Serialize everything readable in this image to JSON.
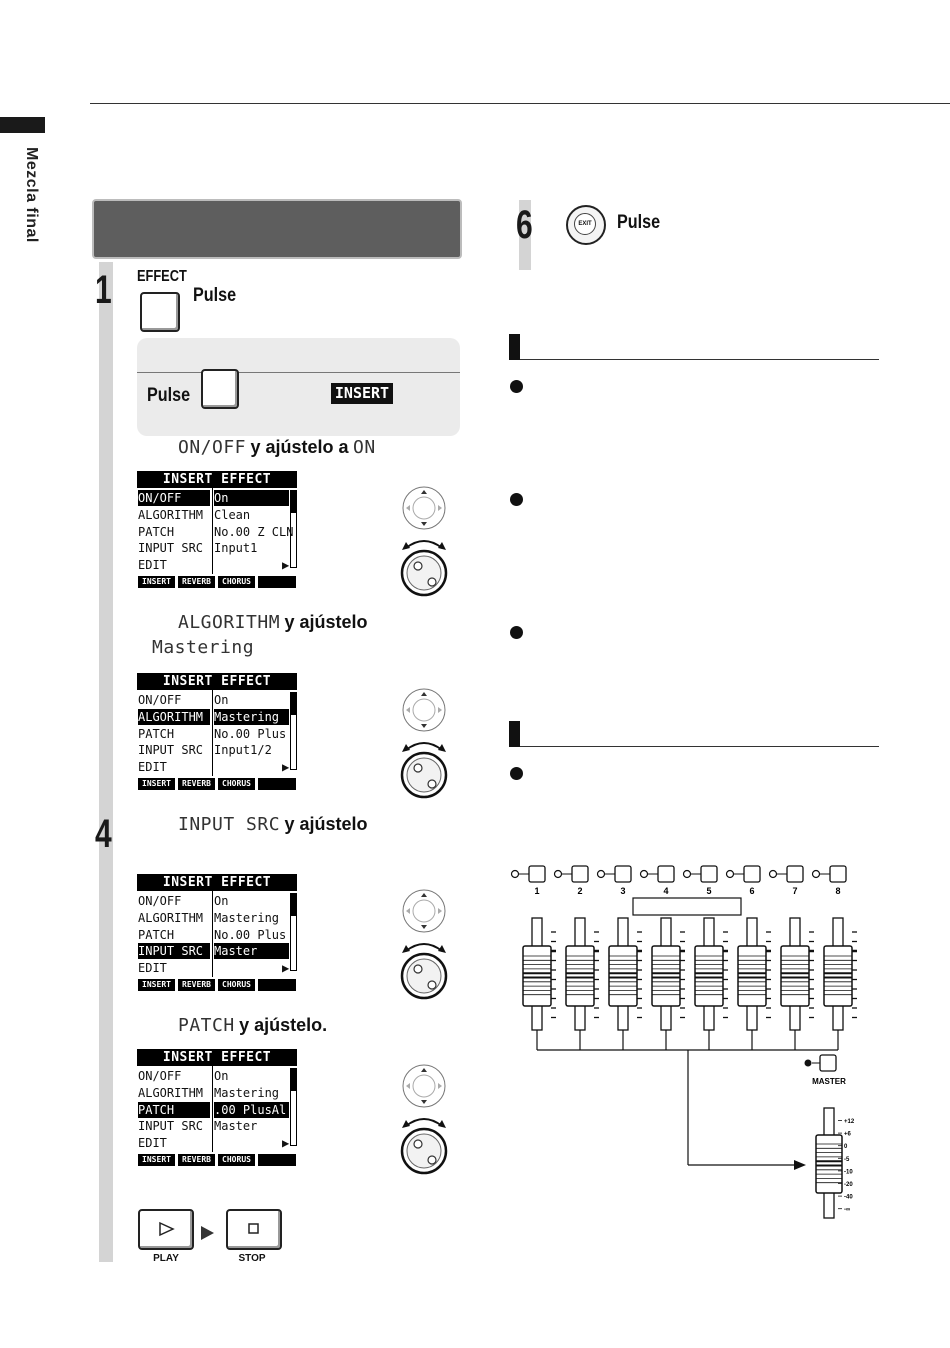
{
  "page": {
    "side_label": "Mezcla final"
  },
  "steps": {
    "s1": {
      "num": "1",
      "button": "EFFECT",
      "text": "Pulse"
    },
    "tip": {
      "pulse": "Pulse",
      "badge": "INSERT"
    },
    "s2": {
      "param": "ON/OFF",
      "text": "y ajústelo a",
      "value": "ON"
    },
    "s3": {
      "param": "ALGORITHM",
      "text": "y ajústelo",
      "value": "Mastering"
    },
    "s4": {
      "num": "4",
      "param": "INPUT SRC",
      "text": "y ajústelo"
    },
    "s5": {
      "param": "PATCH",
      "text": "y ajústelo."
    },
    "s6": {
      "num": "6",
      "button": "EXIT",
      "text": "Pulse"
    },
    "transport": {
      "play": "PLAY",
      "stop": "STOP"
    }
  },
  "screens": [
    {
      "title": "INSERT EFFECT",
      "rows": [
        {
          "p": "ON/OFF",
          "v": "On",
          "hl": true
        },
        {
          "p": "ALGORITHM",
          "v": "Clean",
          "hl": false
        },
        {
          "p": "PATCH",
          "v": "No.00 Z CLN",
          "hl": false
        },
        {
          "p": "INPUT SRC",
          "v": "Input1",
          "hl": false
        },
        {
          "p": "EDIT",
          "v": "",
          "hl": false
        }
      ],
      "tabs": [
        "INSERT",
        "REVERB",
        "CHORUS"
      ]
    },
    {
      "title": "INSERT EFFECT",
      "rows": [
        {
          "p": "ON/OFF",
          "v": "On",
          "hl": false
        },
        {
          "p": "ALGORITHM",
          "v": "Mastering",
          "hl": true
        },
        {
          "p": "PATCH",
          "v": "No.00 Plus",
          "hl": false
        },
        {
          "p": "INPUT SRC",
          "v": "Input1/2",
          "hl": false
        },
        {
          "p": "EDIT",
          "v": "",
          "hl": false
        }
      ],
      "tabs": [
        "INSERT",
        "REVERB",
        "CHORUS"
      ]
    },
    {
      "title": "INSERT EFFECT",
      "rows": [
        {
          "p": "ON/OFF",
          "v": "On",
          "hl": false
        },
        {
          "p": "ALGORITHM",
          "v": "Mastering",
          "hl": false
        },
        {
          "p": "PATCH",
          "v": "No.00 Plus",
          "hl": false
        },
        {
          "p": "INPUT SRC",
          "v": "Master",
          "hl": true
        },
        {
          "p": "EDIT",
          "v": "",
          "hl": false
        }
      ],
      "tabs": [
        "INSERT",
        "REVERB",
        "CHORUS"
      ]
    },
    {
      "title": "INSERT EFFECT",
      "rows": [
        {
          "p": "ON/OFF",
          "v": "On",
          "hl": false
        },
        {
          "p": "ALGORITHM",
          "v": "Mastering",
          "hl": false
        },
        {
          "p": "PATCH",
          "v": ".00 PlusAl",
          "hl": true
        },
        {
          "p": "INPUT SRC",
          "v": "Master",
          "hl": false
        },
        {
          "p": "EDIT",
          "v": "",
          "hl": false
        }
      ],
      "tabs": [
        "INSERT",
        "REVERB",
        "CHORUS"
      ]
    }
  ],
  "mixer": {
    "channels": [
      "1",
      "2",
      "3",
      "4",
      "5",
      "6",
      "7",
      "8"
    ],
    "master_label": "MASTER",
    "master_scale": [
      "+12",
      "+6",
      "0",
      "-5",
      "-10",
      "-20",
      "-40",
      "-∞"
    ]
  }
}
